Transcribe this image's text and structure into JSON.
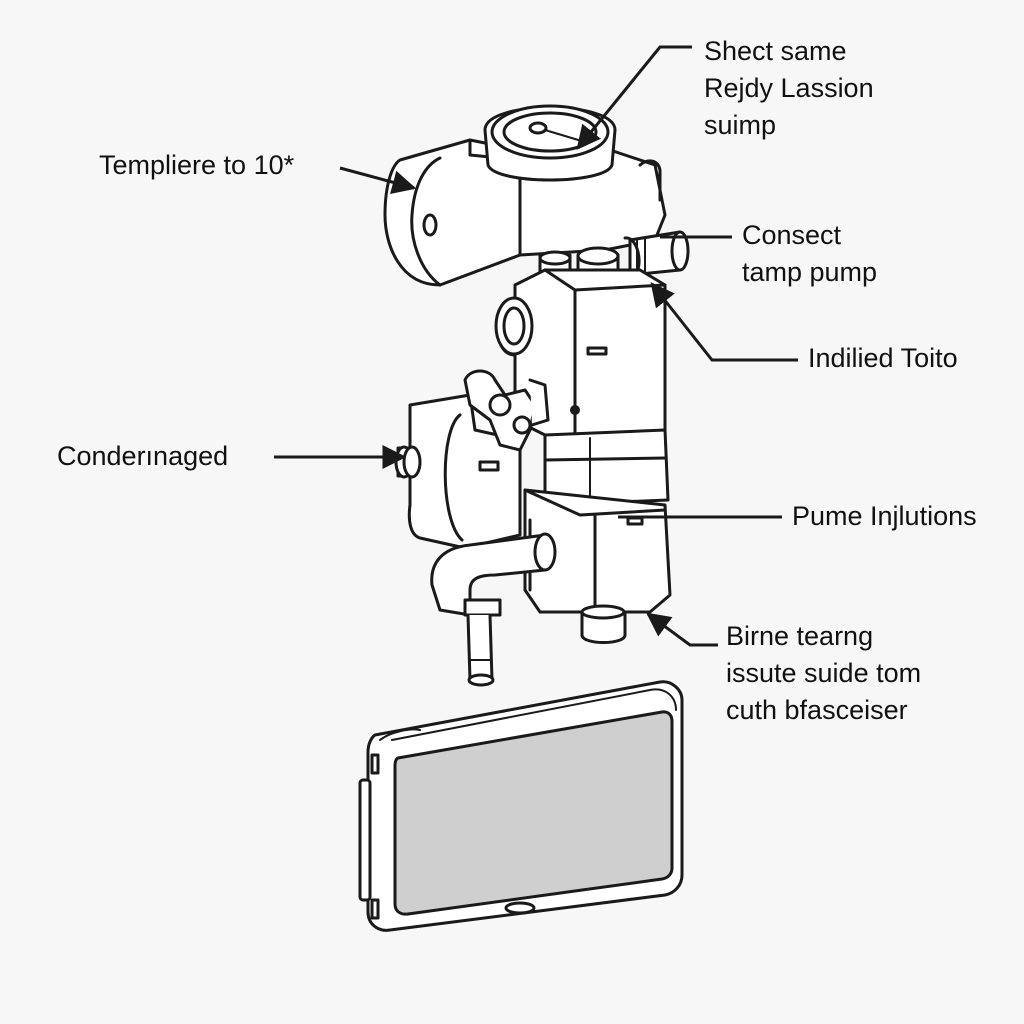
{
  "labels": {
    "top_right": [
      "Shect same",
      "Rejdy Lassion",
      "suimp"
    ],
    "temp": "Templiere to 10*",
    "consect": [
      "Consect",
      "tamp pump"
    ],
    "indilied": "Indilied Toito",
    "conder": "Conderınaged",
    "pume": "Pume Injlutions",
    "birne": [
      "Birne tearng",
      "issute suide tom",
      "cuth bfasceiser"
    ]
  },
  "colors": {
    "background": "#f7f7f7",
    "line": "#1a1a1a",
    "fill": "#ffffff",
    "screen": "#cfcfcf"
  }
}
